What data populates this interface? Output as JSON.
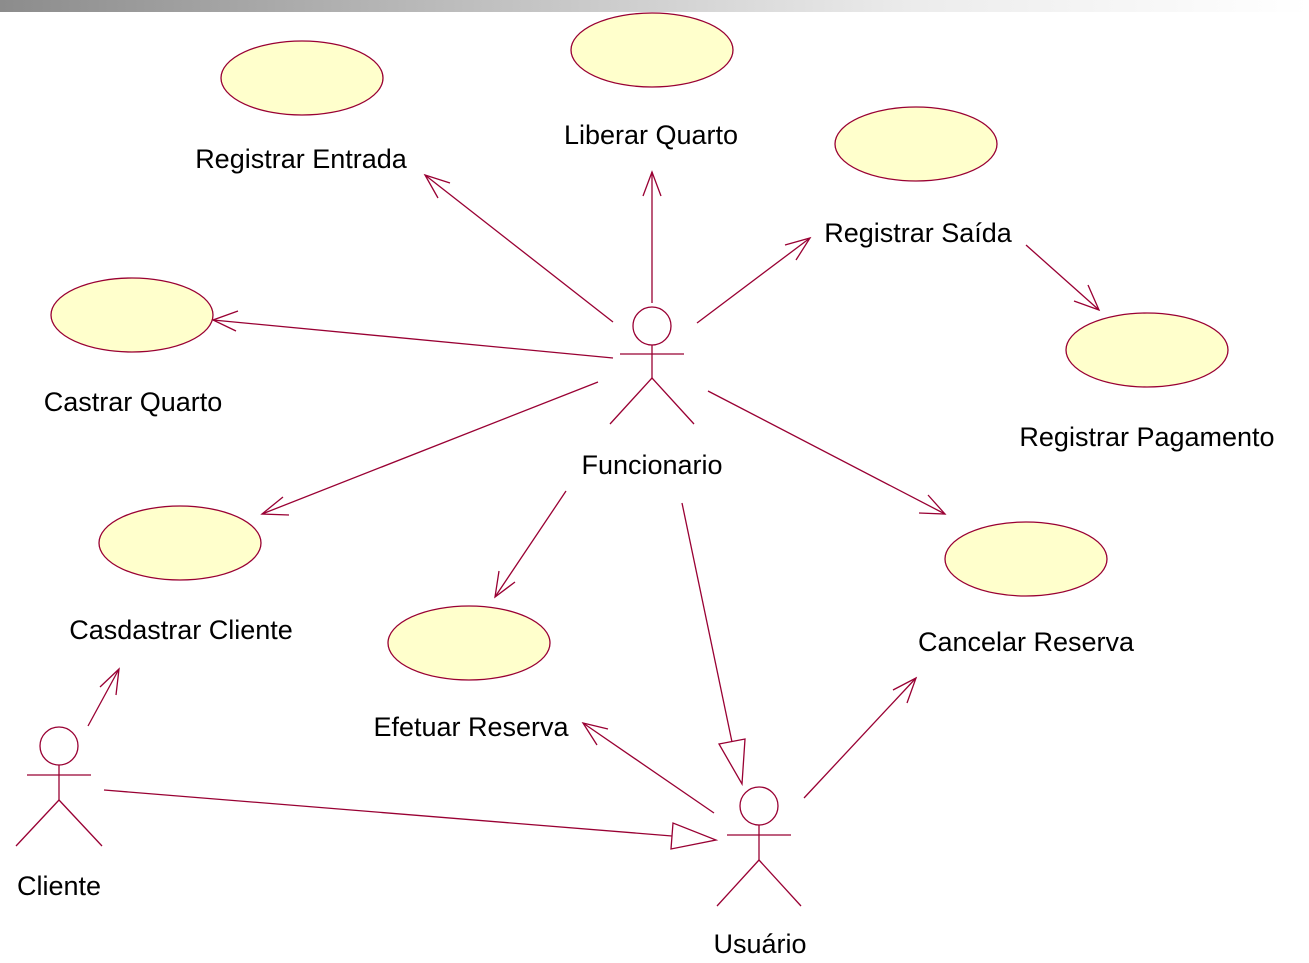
{
  "diagram": {
    "use_cases": {
      "registrar_entrada": "Registrar Entrada",
      "liberar_quarto": "Liberar Quarto",
      "registrar_saida": "Registrar Saída",
      "castrar_quarto": "Castrar Quarto",
      "registrar_pagamento": "Registrar Pagamento",
      "casdastrar_cliente": "Casdastrar Cliente",
      "efetuar_reserva": "Efetuar Reserva",
      "cancelar_reserva": "Cancelar Reserva"
    },
    "actors": {
      "funcionario": "Funcionario",
      "cliente": "Cliente",
      "usuario": "Usuário"
    },
    "colors": {
      "use_case_fill": "#ffffcc",
      "stroke": "#990033",
      "text": "#000000"
    }
  }
}
